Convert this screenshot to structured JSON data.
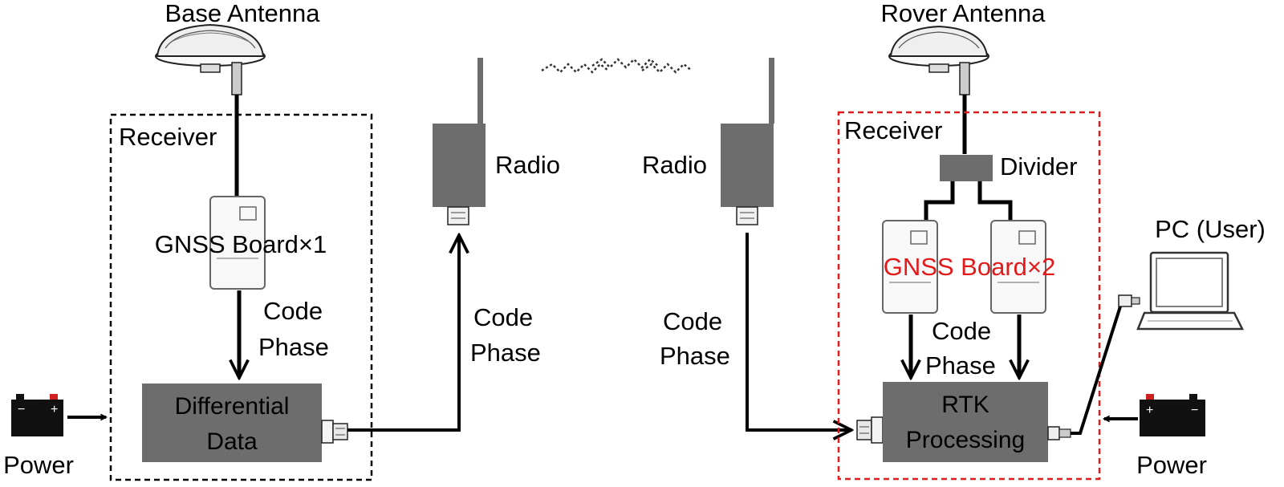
{
  "base": {
    "antenna_label": "Base Antenna",
    "receiver_label": "Receiver",
    "board_label": "GNSS Board×1",
    "code_label": "Code",
    "phase_label": "Phase",
    "diff_line1": "Differential",
    "diff_line2": "Data",
    "power_label": "Power",
    "radio_label": "Radio",
    "link_code_label": "Code",
    "link_phase_label": "Phase"
  },
  "rover": {
    "antenna_label": "Rover Antenna",
    "receiver_label": "Receiver",
    "divider_label": "Divider",
    "board_label": "GNSS Board×2",
    "code_label": "Code",
    "phase_label": "Phase",
    "rtk_line1": "RTK",
    "rtk_line2": "Processing",
    "power_label": "Power",
    "radio_label": "Radio",
    "link_code_label": "Code",
    "link_phase_label": "Phase",
    "pc_label": "PC (User)"
  },
  "colors": {
    "rover_box_border": "#e21a1a",
    "rover_board_label": "#e21a1a",
    "processing_box": "#6d6d6d",
    "radio_box": "#6d6d6d"
  }
}
